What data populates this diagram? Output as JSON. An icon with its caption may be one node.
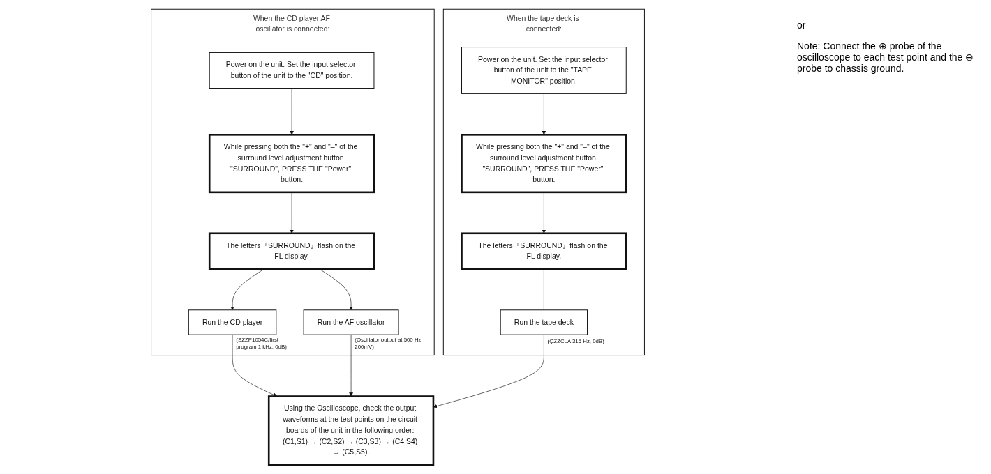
{
  "diagram": {
    "nodes": [
      {
        "text": [
          "When the CD player AF oscillator is connected:"
        ]
      },
      {
        "text": [
          "Power on the unit. Set the input selector button of the unit to the \"CD\" position."
        ],
        "in": 0
      },
      {
        "text": [
          "While pressing both the \"+\" and \"–\" of the surround level adjustment button \"SURROUND\", PRESS THE \"Power\" button."
        ],
        "in": 0
      },
      {
        "text": [
          "The letters『SURROUND』flash on the FL display."
        ],
        "in": 0
      },
      {
        "text": [
          "Run the CD player"
        ],
        "in": 0,
        "beside": [
          "(SZZP1054C/first program 1 kHz, 0dB)"
        ]
      },
      {
        "text": [
          "Run the AF oscillator"
        ],
        "in": 0,
        "beside": [
          "(Oscillator output at 500 Hz, 200mV)"
        ]
      },
      {
        "text": [
          "When the tape deck is connected:"
        ]
      },
      {
        "text": [
          "Power on the unit. Set the input selector button of the unit to the \"TAPE MONITOR\" position."
        ],
        "in": 6
      },
      {
        "text": [
          "While pressing both the \"+\" and \"–\" of the surround level adjustment button \"SURROUND\", PRESS THE \"Power\" button."
        ],
        "in": 6
      },
      {
        "text": [
          "The letters『SURROUND』flash on the FL display."
        ],
        "in": 6
      },
      {
        "text": [
          "Run the tape deck"
        ],
        "in": 6,
        "beside": [
          "(QZZCLA 315 Hz, 0dB)"
        ]
      },
      {
        "text": [
          "Using the Oscilloscope, check the output waveforms at the test points on the circuit boards of the unit in the following order: (C1,S1) → (C2,S2) → (C3,S3) → (C4,S4) → (C5,S5)."
        ]
      }
    ],
    "edges": [
      {
        "from": 1,
        "to": 2,
        "arrow": "to"
      },
      {
        "from": 2,
        "to": 3,
        "arrow": "to"
      },
      {
        "from": 3,
        "to": 4,
        "arrow": "to"
      },
      {
        "from": 3,
        "to": 5,
        "arrow": "to"
      },
      {
        "from": 7,
        "to": 8,
        "arrow": "to"
      },
      {
        "from": 8,
        "to": 9,
        "arrow": "to"
      },
      {
        "from": 9,
        "to": 10,
        "arrow": "none"
      },
      {
        "from": 4,
        "to": 11,
        "arrow": "to"
      },
      {
        "from": 5,
        "to": 11,
        "arrow": "to"
      },
      {
        "from": 10,
        "to": 11,
        "arrow": "to"
      }
    ],
    "labels": [
      "or",
      "Note: Connect the ⊕ probe of the oscilloscope to each test point and the ⊖ probe to chassis ground."
    ]
  }
}
